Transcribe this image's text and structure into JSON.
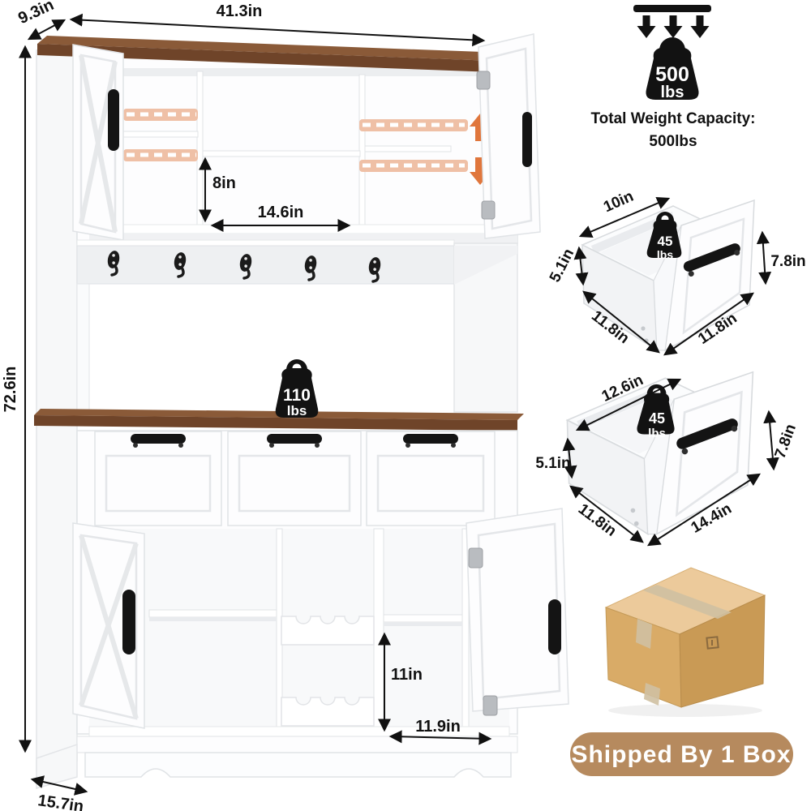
{
  "cabinet": {
    "dim_top_depth": "9.3in",
    "dim_width": "41.3in",
    "dim_height": "72.6in",
    "dim_hutch_shelf_height": "8in",
    "dim_hutch_shelf_width": "14.6in",
    "dim_lower_shelf_height": "11in",
    "dim_lower_shelf_width": "11.9in",
    "dim_base_depth": "15.7in",
    "counter_weight_value": "110",
    "counter_weight_unit": "lbs"
  },
  "capacity": {
    "icon_value": "500",
    "icon_unit": "lbs",
    "title": "Total Weight Capacity:",
    "amount": "500lbs"
  },
  "small_drawer": {
    "dim_width": "10in",
    "dim_inner_height": "5.1in",
    "dim_front_height": "7.8in",
    "dim_depth": "11.8in",
    "dim_front_width": "11.8in",
    "weight_value": "45",
    "weight_unit": "lbs"
  },
  "large_drawer": {
    "dim_width": "12.6in",
    "dim_inner_height": "5.1in",
    "dim_front_height": "7.8in",
    "dim_depth": "11.8in",
    "dim_front_width": "14.4in",
    "weight_value": "45",
    "weight_unit": "lbs"
  },
  "shipping": {
    "badge_label": "Shipped By 1 Box"
  },
  "colors": {
    "accent_orange": "#e0763c",
    "wood": "#6f4429",
    "badge_tan": "#b68a5e",
    "ink": "#111111"
  }
}
